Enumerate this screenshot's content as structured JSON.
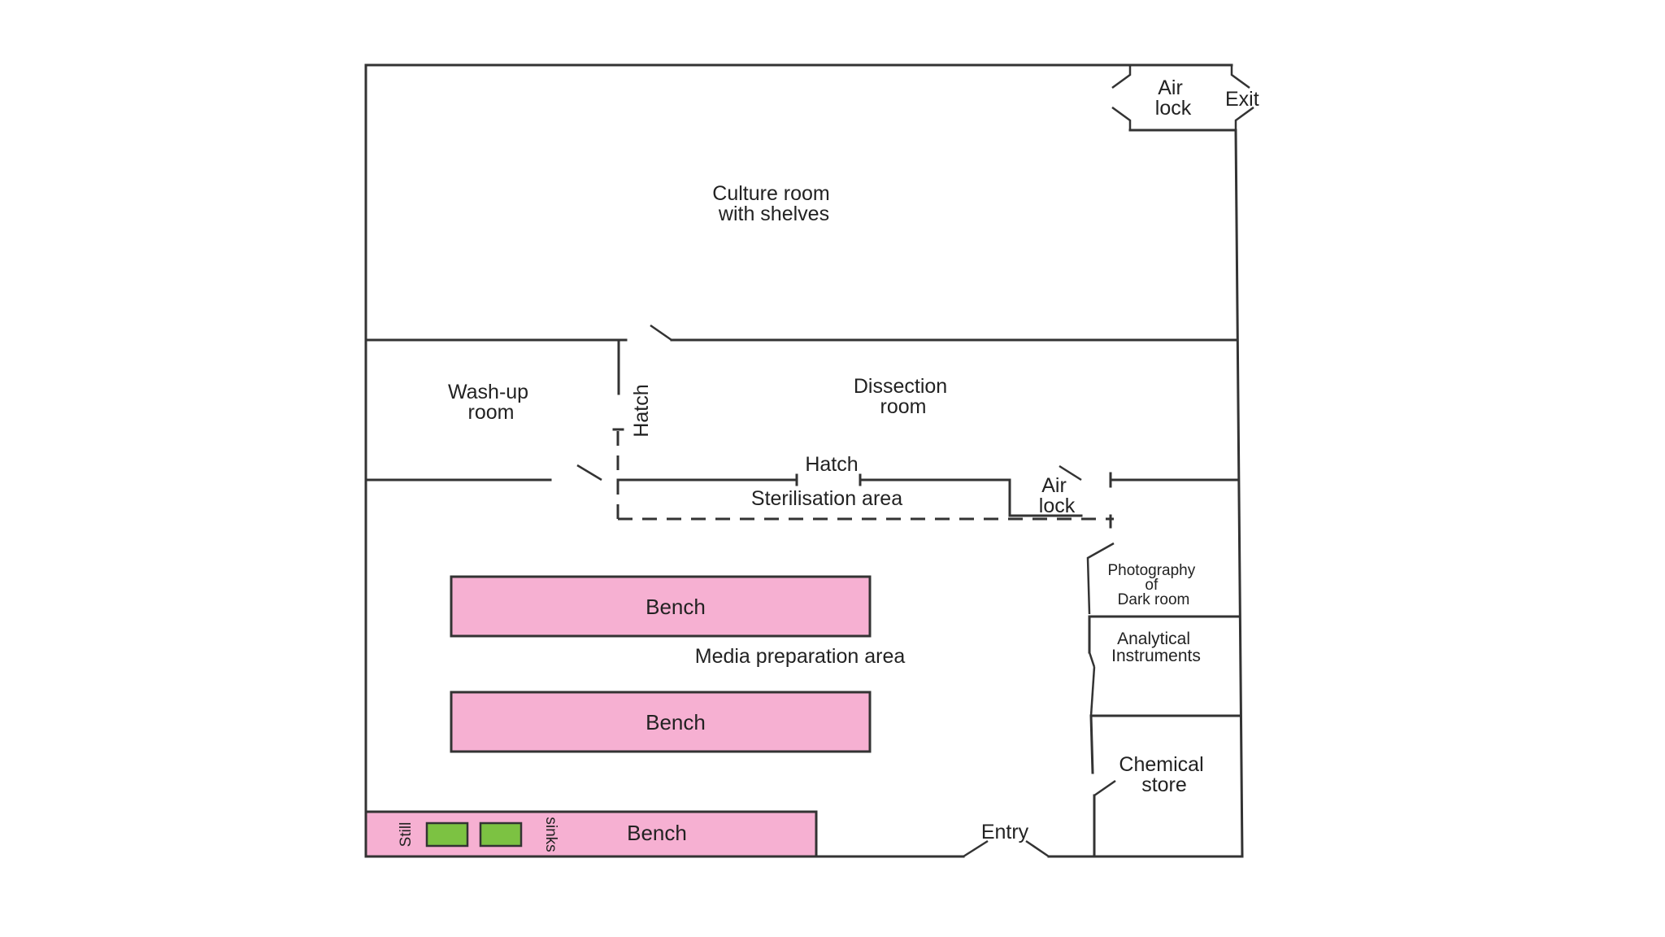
{
  "colors": {
    "bench_fill": "#f6b0d2",
    "sink_fill": "#7cc242",
    "wall": "#333333"
  },
  "rooms": {
    "airlock_top": [
      "Air",
      "lock"
    ],
    "exit": "Exit",
    "culture_room": [
      "Culture room",
      "with shelves"
    ],
    "washup_room": [
      "Wash-up",
      "room"
    ],
    "hatch_vertical": "Hatch",
    "dissection_room": [
      "Dissection",
      "room"
    ],
    "hatch_horizontal": "Hatch",
    "sterilisation_area": "Sterilisation area",
    "airlock_mid": [
      "Air",
      "lock"
    ],
    "photography": [
      "Photography",
      "of",
      "Dark room"
    ],
    "analytical": [
      "Analytical",
      "Instruments"
    ],
    "chemical_store": [
      "Chemical",
      "store"
    ],
    "media_area": "Media preparation area",
    "entry": "Entry"
  },
  "benches": {
    "upper": "Bench",
    "middle": "Bench",
    "lower": "Bench"
  },
  "fixtures": {
    "still": "Still",
    "sinks": "sinks"
  }
}
